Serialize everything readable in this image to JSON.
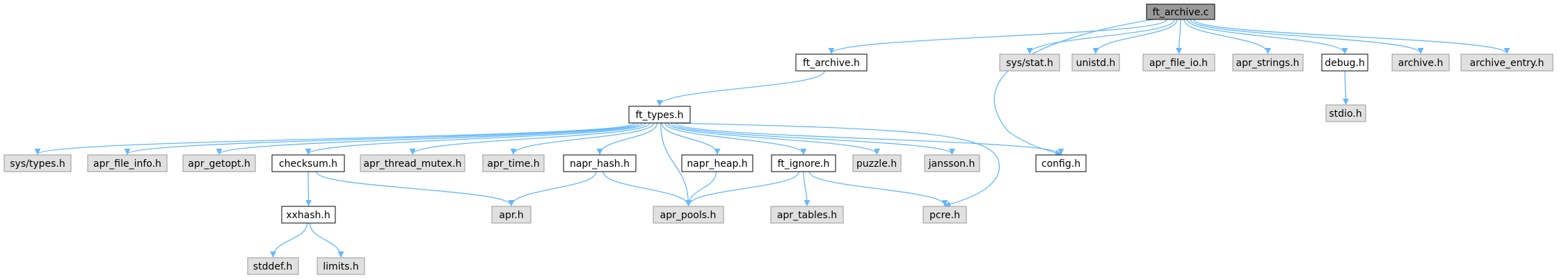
{
  "diagram": {
    "title": "ft_archive.c",
    "colors": {
      "edge": "#63b8ff",
      "node_border": "#000000",
      "ext_fill": "#e0e0e0",
      "ext_border": "#999999",
      "root_fill": "#999999"
    },
    "nodes": {
      "root": "ft_archive.c",
      "ft_archive_h": "ft_archive.h",
      "sys_stat": "sys/stat.h",
      "unistd": "unistd.h",
      "apr_file_io": "apr_file_io.h",
      "apr_strings": "apr_strings.h",
      "debug": "debug.h",
      "archive_h": "archive.h",
      "archive_entry": "archive_entry.h",
      "stdio": "stdio.h",
      "ft_types": "ft_types.h",
      "sys_types": "sys/types.h",
      "apr_file_info": "apr_file_info.h",
      "apr_getopt": "apr_getopt.h",
      "checksum": "checksum.h",
      "apr_thread_mutex": "apr_thread_mutex.h",
      "apr_time": "apr_time.h",
      "napr_hash": "napr_hash.h",
      "napr_heap": "napr_heap.h",
      "ft_ignore": "ft_ignore.h",
      "puzzle": "puzzle.h",
      "jansson": "jansson.h",
      "config": "config.h",
      "xxhash": "xxhash.h",
      "apr": "apr.h",
      "apr_pools": "apr_pools.h",
      "apr_tables": "apr_tables.h",
      "pcre": "pcre.h",
      "stddef": "stddef.h",
      "limits": "limits.h"
    },
    "edges": [
      [
        "root",
        "ft_archive_h"
      ],
      [
        "root",
        "sys_stat"
      ],
      [
        "root",
        "unistd"
      ],
      [
        "root",
        "apr_file_io"
      ],
      [
        "root",
        "apr_strings"
      ],
      [
        "root",
        "debug"
      ],
      [
        "root",
        "archive_h"
      ],
      [
        "root",
        "archive_entry"
      ],
      [
        "root",
        "config"
      ],
      [
        "ft_archive_h",
        "ft_types"
      ],
      [
        "debug",
        "stdio"
      ],
      [
        "ft_types",
        "sys_types"
      ],
      [
        "ft_types",
        "apr_file_info"
      ],
      [
        "ft_types",
        "apr_getopt"
      ],
      [
        "ft_types",
        "checksum"
      ],
      [
        "ft_types",
        "apr_thread_mutex"
      ],
      [
        "ft_types",
        "apr_time"
      ],
      [
        "ft_types",
        "napr_hash"
      ],
      [
        "ft_types",
        "napr_heap"
      ],
      [
        "ft_types",
        "ft_ignore"
      ],
      [
        "ft_types",
        "puzzle"
      ],
      [
        "ft_types",
        "jansson"
      ],
      [
        "ft_types",
        "config"
      ],
      [
        "ft_types",
        "apr_pools"
      ],
      [
        "ft_types",
        "pcre"
      ],
      [
        "checksum",
        "xxhash"
      ],
      [
        "checksum",
        "apr"
      ],
      [
        "xxhash",
        "stddef"
      ],
      [
        "xxhash",
        "limits"
      ],
      [
        "napr_hash",
        "apr"
      ],
      [
        "napr_hash",
        "apr_pools"
      ],
      [
        "napr_heap",
        "apr_pools"
      ],
      [
        "ft_ignore",
        "apr_pools"
      ],
      [
        "ft_ignore",
        "apr_tables"
      ],
      [
        "ft_ignore",
        "pcre"
      ]
    ]
  }
}
